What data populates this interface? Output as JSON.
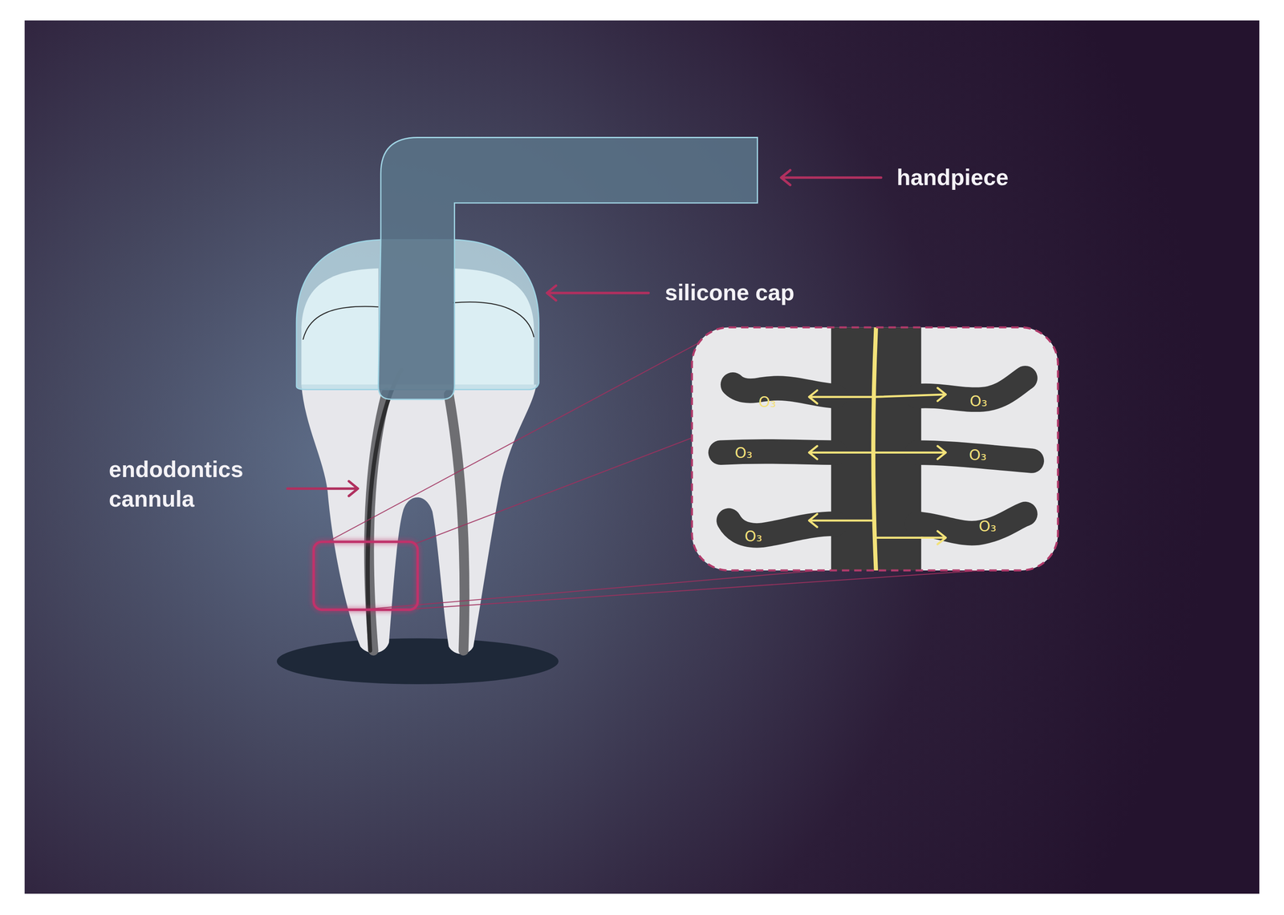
{
  "diagram": {
    "labels": [
      "handpiece",
      "silicone cap",
      "O₃",
      "O₃",
      "O₃",
      "O₃",
      "endodontics cannula",
      "O₃",
      "O₃"
    ]
  }
}
